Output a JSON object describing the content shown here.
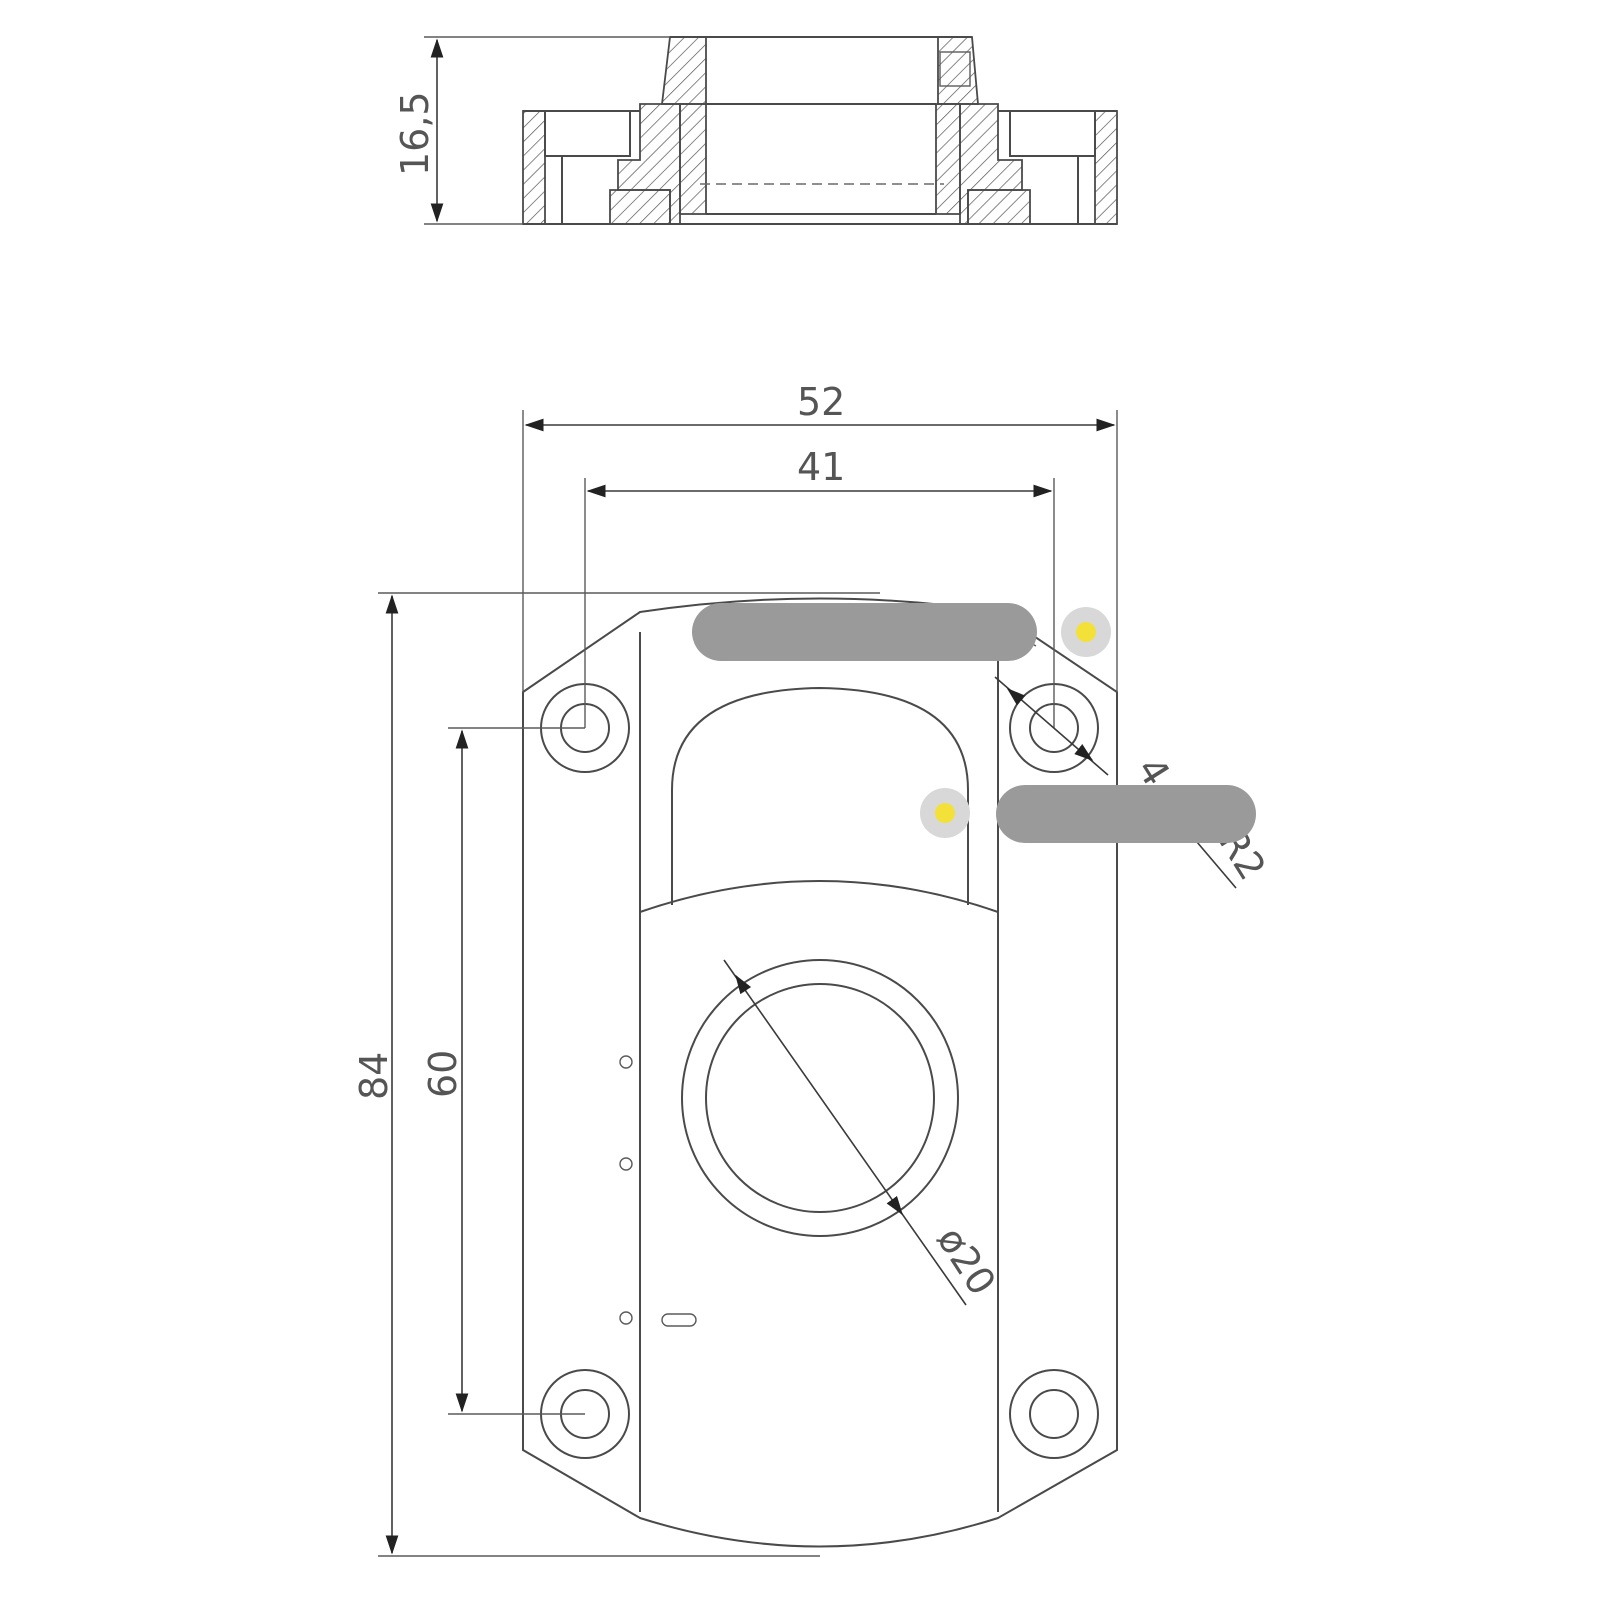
{
  "drawing": {
    "elevation_view": {
      "height_dimension": "16,5"
    },
    "plan_view": {
      "overall_width": "52",
      "hole_spacing_x": "41",
      "overall_height": "84",
      "hole_spacing_y": "60",
      "bore_diameter": "ø20",
      "corner_partial_label_1": "4",
      "corner_partial_label_2": "R2"
    },
    "colors": {
      "line": "#4a4a4a",
      "dimension_text": "#555555",
      "redaction_bar": "#9a9a9a",
      "marker": "#f3e13a"
    }
  }
}
